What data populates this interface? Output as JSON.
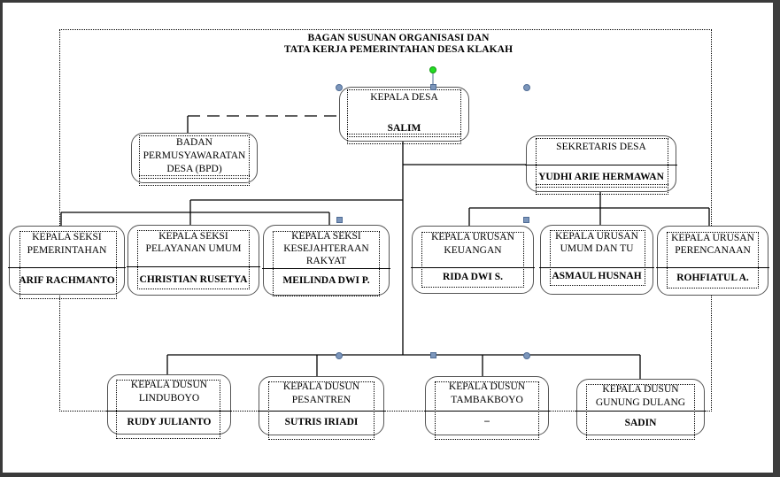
{
  "title": {
    "line1": "BAGAN SUSUNAN ORGANISASI DAN",
    "line2": "TATA KERJA PEMERINTAHAN DESA KLAKAH"
  },
  "kepala_desa": {
    "role": "KEPALA DESA",
    "name": "SALIM"
  },
  "bpd": {
    "role_lines": [
      "BADAN",
      "PERMUSYAWARATAN",
      "DESA (BPD)"
    ]
  },
  "sekretaris": {
    "role": "SEKRETARIS DESA",
    "name": "YUDHI ARIE HERMAWAN"
  },
  "seksi": [
    {
      "role_lines": [
        "KEPALA SEKSI",
        "PEMERINTAHAN"
      ],
      "name": "ARIF RACHMANTO"
    },
    {
      "role_lines": [
        "KEPALA SEKSI",
        "PELAYANAN UMUM"
      ],
      "name": "CHRISTIAN RUSETYA"
    },
    {
      "role_lines": [
        "KEPALA SEKSI",
        "KESEJAHTERAAN",
        "RAKYAT"
      ],
      "name": "MEILINDA DWI P."
    }
  ],
  "urusan": [
    {
      "role_lines": [
        "KEPALA URUSAN",
        "KEUANGAN"
      ],
      "name": "RIDA DWI S."
    },
    {
      "role_lines": [
        "KEPALA URUSAN",
        "UMUM DAN TU"
      ],
      "name": "ASMAUL HUSNAH"
    },
    {
      "role_lines": [
        "KEPALA URUSAN",
        "PERENCANAAN"
      ],
      "name": "ROHFIATUL A."
    }
  ],
  "dusun": [
    {
      "role_lines": [
        "KEPALA DUSUN",
        "LINDUBOYO"
      ],
      "name": "RUDY JULIANTO"
    },
    {
      "role_lines": [
        "KEPALA DUSUN",
        "PESANTREN"
      ],
      "name": "SUTRIS IRIADI"
    },
    {
      "role_lines": [
        "KEPALA DUSUN",
        "TAMBAKBOYO"
      ],
      "name": "–"
    },
    {
      "role_lines": [
        "KEPALA DUSUN",
        "GUNUNG DULANG"
      ],
      "name": "SADIN"
    }
  ],
  "colors": {
    "handle": "#7c96bb",
    "rotate_handle": "#22dd22",
    "line": "#000000",
    "box_border": "#555555"
  }
}
